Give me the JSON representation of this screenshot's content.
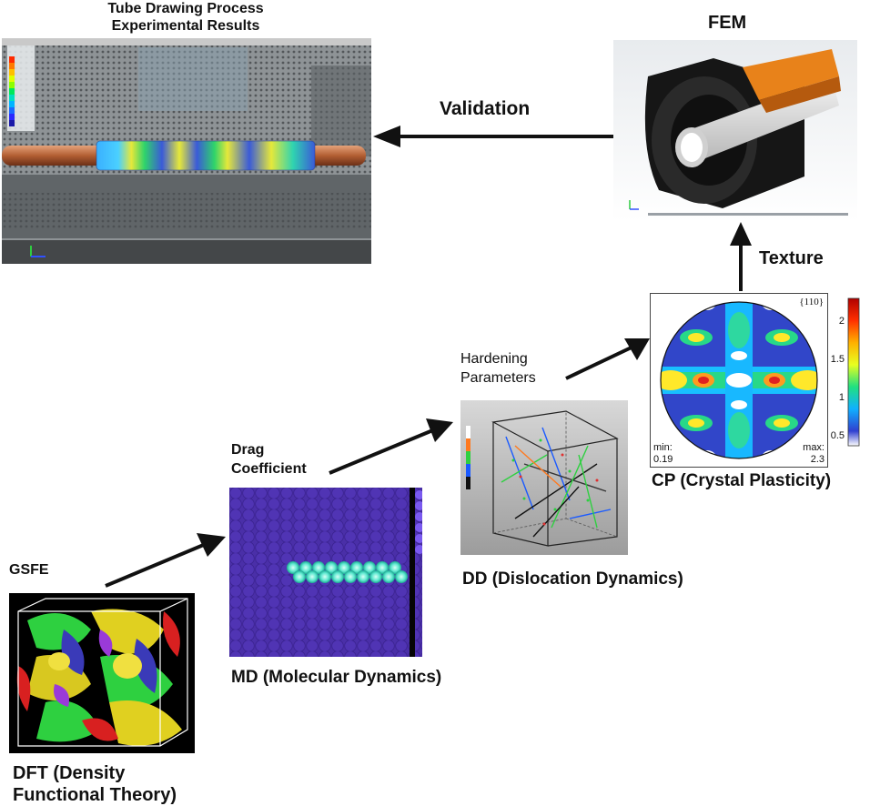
{
  "titles": {
    "tube_drawing_line1": "Tube Drawing Process",
    "tube_drawing_line2": "Experimental Results",
    "fem": "FEM",
    "cp": "CP (Crystal Plasticity)",
    "dd": "DD (Dislocation Dynamics)",
    "md": "MD (Molecular Dynamics)",
    "dft_line1": "DFT (Density",
    "dft_line2": "Functional Theory)"
  },
  "arrows": {
    "validation": "Validation",
    "texture": "Texture",
    "hardening_line1": "Hardening",
    "hardening_line2": "Parameters",
    "drag_line1": "Drag",
    "drag_line2": "Coefficient",
    "gsfe": "GSFE"
  },
  "pole_figure": {
    "label": "{110}",
    "min_label": "min:",
    "min_value": "0.19",
    "max_label": "max:",
    "max_value": "2.3",
    "colorbar_ticks": [
      "2",
      "1.5",
      "1",
      "0.5"
    ]
  },
  "colors": {
    "arrow": "#111111",
    "md_bg": "#4a2fa8",
    "copper": "#c2703f",
    "fem_orange": "#e8821a"
  }
}
